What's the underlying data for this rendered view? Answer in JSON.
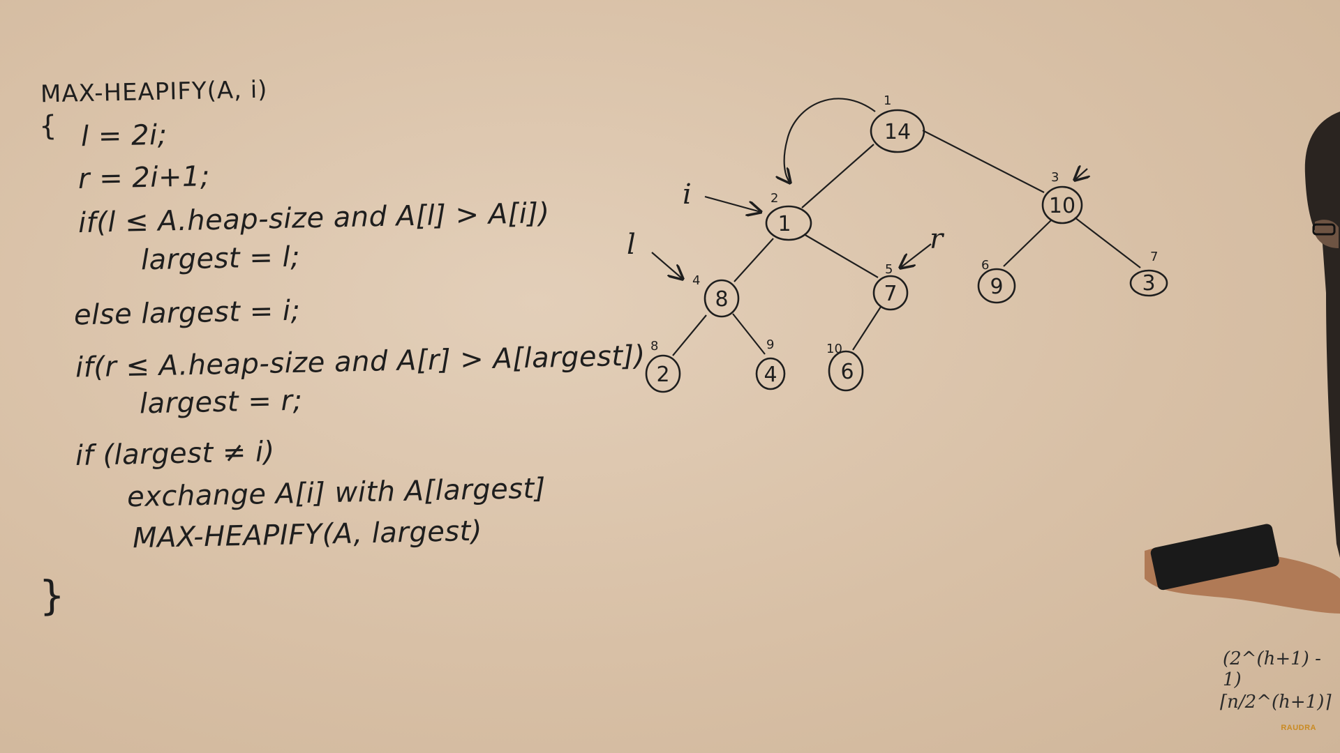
{
  "code": {
    "header": "MAX-HEAPIFY(A, i)",
    "open_brace": "{",
    "lines": [
      "l = 2i;",
      "r = 2i+1;",
      "if(l ≤ A.heap-size and A[l] > A[i])",
      "largest = l;",
      "else largest = i;",
      "if(r ≤ A.heap-size and A[r] > A[largest])",
      "largest = r;",
      "if (largest ≠ i)",
      "exchange A[i] with A[largest]",
      "MAX-HEAPIFY(A, largest)"
    ],
    "close_brace": "}"
  },
  "tree": {
    "nodes": [
      {
        "value": "14",
        "index": "1"
      },
      {
        "value": "1",
        "index": "2"
      },
      {
        "value": "10",
        "index": "3"
      },
      {
        "value": "8",
        "index": "4"
      },
      {
        "value": "7",
        "index": "5"
      },
      {
        "value": "9",
        "index": "6"
      },
      {
        "value": "3",
        "index": "7"
      },
      {
        "value": "2",
        "index": "8"
      },
      {
        "value": "4",
        "index": "9"
      },
      {
        "value": "6",
        "index": "10"
      }
    ],
    "pointer_labels": {
      "i": "i",
      "l": "l",
      "r": "r"
    }
  },
  "side_formulas": {
    "top": "(2^(h+1) - 1)",
    "bottom": "⌈n/2^(h+1)⌉"
  },
  "logo": "RAUDRA"
}
